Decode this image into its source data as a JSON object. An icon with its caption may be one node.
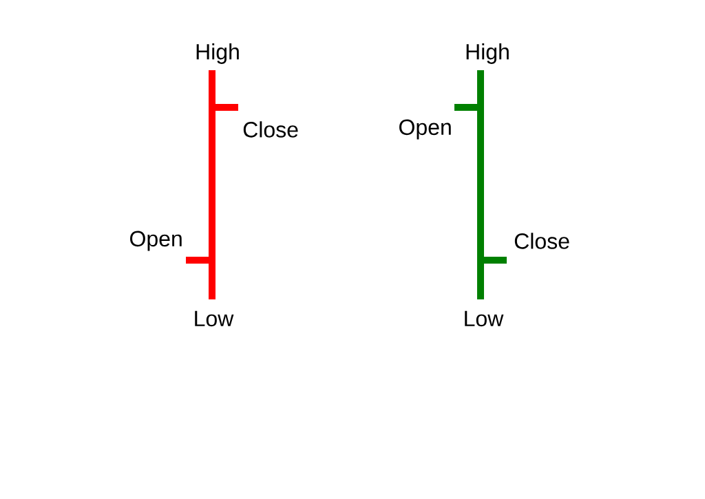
{
  "diagram": {
    "labels": [
      "High",
      "High",
      "Close",
      "Open",
      "Open",
      "Close",
      "Low",
      "Low"
    ]
  }
}
